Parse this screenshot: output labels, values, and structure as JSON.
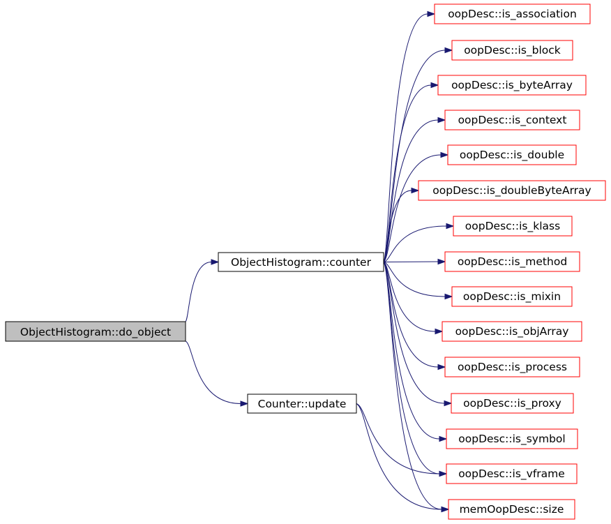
{
  "nodes": {
    "do_object": "ObjectHistogram::do_object",
    "counter": "ObjectHistogram::counter",
    "update": "Counter::update",
    "is_association": "oopDesc::is_association",
    "is_block": "oopDesc::is_block",
    "is_byteArray": "oopDesc::is_byteArray",
    "is_context": "oopDesc::is_context",
    "is_double": "oopDesc::is_double",
    "is_doubleByteArray": "oopDesc::is_doubleByteArray",
    "is_klass": "oopDesc::is_klass",
    "is_method": "oopDesc::is_method",
    "is_mixin": "oopDesc::is_mixin",
    "is_objArray": "oopDesc::is_objArray",
    "is_process": "oopDesc::is_process",
    "is_proxy": "oopDesc::is_proxy",
    "is_symbol": "oopDesc::is_symbol",
    "is_vframe": "oopDesc::is_vframe",
    "size": "memOopDesc::size"
  },
  "colors": {
    "root_fill": "#bfbfbf",
    "root_border": "#000000",
    "internal_border": "#000000",
    "leaf_border": "#ff0000",
    "edge": "#191970"
  },
  "edges": [
    [
      "do_object",
      "counter"
    ],
    [
      "do_object",
      "update"
    ],
    [
      "counter",
      "is_association"
    ],
    [
      "counter",
      "is_block"
    ],
    [
      "counter",
      "is_byteArray"
    ],
    [
      "counter",
      "is_context"
    ],
    [
      "counter",
      "is_double"
    ],
    [
      "counter",
      "is_doubleByteArray"
    ],
    [
      "counter",
      "is_klass"
    ],
    [
      "counter",
      "is_method"
    ],
    [
      "counter",
      "is_mixin"
    ],
    [
      "counter",
      "is_objArray"
    ],
    [
      "counter",
      "is_process"
    ],
    [
      "counter",
      "is_proxy"
    ],
    [
      "counter",
      "is_symbol"
    ],
    [
      "counter",
      "is_vframe"
    ],
    [
      "counter",
      "size"
    ],
    [
      "update",
      "is_vframe"
    ],
    [
      "update",
      "size"
    ]
  ]
}
